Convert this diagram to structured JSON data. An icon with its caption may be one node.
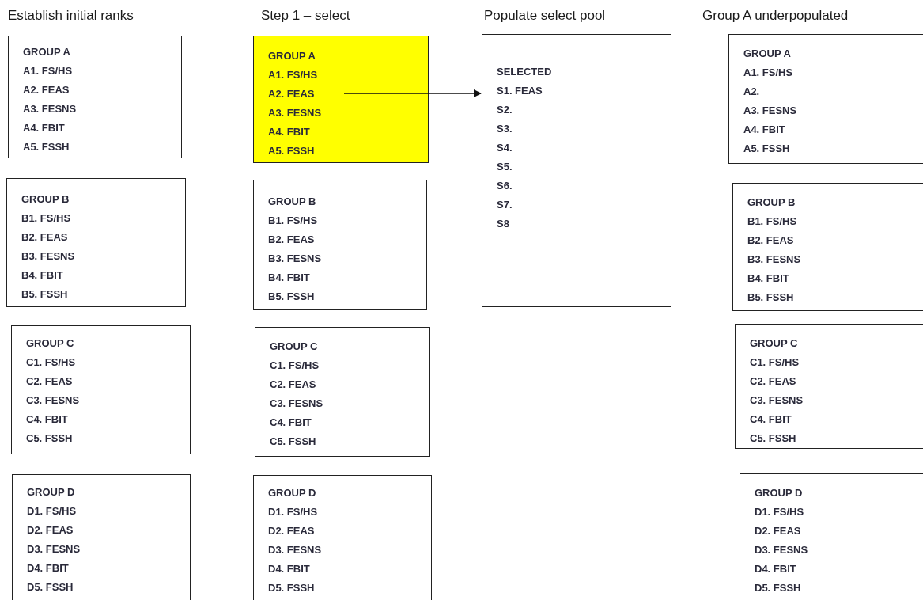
{
  "diagram": {
    "nodes": [
      {
        "text": [
          "GROUP A",
          "A1. FS/HS",
          "A2. FEAS",
          "A3. FESNS",
          "A4. FBIT",
          "A5. FSSH"
        ]
      },
      {
        "text": [
          "GROUP B",
          "B1. FS/HS",
          "B2. FEAS",
          "B3. FESNS",
          "B4. FBIT",
          "B5. FSSH"
        ]
      },
      {
        "text": [
          "GROUP C",
          "C1. FS/HS",
          "C2. FEAS",
          "C3. FESNS",
          "C4. FBIT",
          "C5. FSSH"
        ]
      },
      {
        "text": [
          "GROUP D",
          "D1. FS/HS",
          "D2. FEAS",
          "D3. FESNS",
          "D4. FBIT",
          "D5. FSSH"
        ]
      },
      {
        "text": [
          "GROUP A",
          "A1. FS/HS",
          "A2. FEAS",
          "A3. FESNS",
          "A4. FBIT",
          "A5. FSSH"
        ]
      },
      {
        "text": [
          "GROUP B",
          "B1. FS/HS",
          "B2. FEAS",
          "B3. FESNS",
          "B4. FBIT",
          "B5. FSSH"
        ]
      },
      {
        "text": [
          "GROUP C",
          "C1. FS/HS",
          "C2. FEAS",
          "C3. FESNS",
          "C4. FBIT",
          "C5. FSSH"
        ]
      },
      {
        "text": [
          "GROUP D",
          "D1. FS/HS",
          "D2. FEAS",
          "D3. FESNS",
          "D4. FBIT",
          "D5. FSSH"
        ]
      },
      {
        "text": [
          "SELECTED",
          "S1. FEAS",
          "S2.",
          "S3.",
          "S4.",
          "S5.",
          "S6.",
          "S7.",
          "S8"
        ]
      },
      {
        "text": [
          "GROUP A",
          "A1. FS/HS",
          "A2.",
          "A3. FESNS",
          "A4. FBIT",
          "A5. FSSH"
        ]
      },
      {
        "text": [
          "GROUP B",
          "B1. FS/HS",
          "B2. FEAS",
          "B3. FESNS",
          "B4. FBIT",
          "B5. FSSH"
        ]
      },
      {
        "text": [
          "GROUP C",
          "C1. FS/HS",
          "C2. FEAS",
          "C3. FESNS",
          "C4. FBIT",
          "C5. FSSH"
        ]
      },
      {
        "text": [
          "GROUP D",
          "D1. FS/HS",
          "D2. FEAS",
          "D3. FESNS",
          "D4. FBIT",
          "D5. FSSH"
        ]
      }
    ],
    "edges": [
      {
        "from": 4,
        "to": 8,
        "arrow": "to"
      }
    ],
    "labels": [
      "Establish initial ranks",
      "Step 1 – select",
      "Populate select pool",
      "Group A underpopulated"
    ]
  }
}
